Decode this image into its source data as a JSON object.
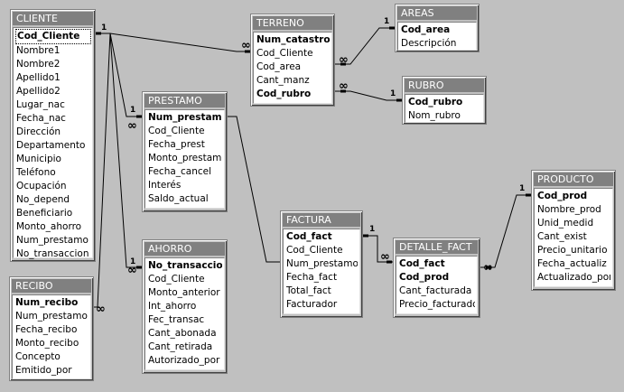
{
  "tables": {
    "cliente": {
      "title": "CLIENTE",
      "fields": [
        {
          "name": "Cod_Cliente",
          "pk": true
        },
        {
          "name": "Nombre1"
        },
        {
          "name": "Nombre2"
        },
        {
          "name": "Apellido1"
        },
        {
          "name": "Apellido2"
        },
        {
          "name": "Lugar_nac"
        },
        {
          "name": "Fecha_nac"
        },
        {
          "name": "Dirección"
        },
        {
          "name": "Departamento"
        },
        {
          "name": "Municipio"
        },
        {
          "name": "Teléfono"
        },
        {
          "name": "Ocupación"
        },
        {
          "name": "No_depend"
        },
        {
          "name": "Beneficiario"
        },
        {
          "name": "Monto_ahorro"
        },
        {
          "name": "Num_prestamo"
        },
        {
          "name": "No_transaccion"
        }
      ]
    },
    "terreno": {
      "title": "TERRENO",
      "fields": [
        {
          "name": "Num_catastro",
          "pk": true
        },
        {
          "name": "Cod_Cliente"
        },
        {
          "name": "Cod_area"
        },
        {
          "name": "Cant_manz"
        },
        {
          "name": "Cod_rubro",
          "pk": true
        }
      ]
    },
    "areas": {
      "title": "AREAS",
      "fields": [
        {
          "name": "Cod_area",
          "pk": true
        },
        {
          "name": "Descripción"
        }
      ]
    },
    "rubro": {
      "title": "RUBRO",
      "fields": [
        {
          "name": "Cod_rubro",
          "pk": true
        },
        {
          "name": "Nom_rubro"
        }
      ]
    },
    "prestamo": {
      "title": "PRESTAMO",
      "fields": [
        {
          "name": "Num_prestamo",
          "pk": true
        },
        {
          "name": "Cod_Cliente"
        },
        {
          "name": "Fecha_prest"
        },
        {
          "name": "Monto_prestamo"
        },
        {
          "name": "Fecha_cancel"
        },
        {
          "name": "Interés"
        },
        {
          "name": "Saldo_actual"
        }
      ]
    },
    "factura": {
      "title": "FACTURA",
      "fields": [
        {
          "name": "Cod_fact",
          "pk": true
        },
        {
          "name": "Cod_Cliente"
        },
        {
          "name": "Num_prestamo"
        },
        {
          "name": "Fecha_fact"
        },
        {
          "name": "Total_fact"
        },
        {
          "name": "Facturador"
        }
      ]
    },
    "detalle_fact": {
      "title": "DETALLE_FACT",
      "fields": [
        {
          "name": "Cod_fact",
          "pk": true
        },
        {
          "name": "Cod_prod",
          "pk": true
        },
        {
          "name": "Cant_facturada"
        },
        {
          "name": "Precio_facturado"
        }
      ]
    },
    "producto": {
      "title": "PRODUCTO",
      "fields": [
        {
          "name": "Cod_prod",
          "pk": true
        },
        {
          "name": "Nombre_prod"
        },
        {
          "name": "Unid_medid"
        },
        {
          "name": "Cant_exist"
        },
        {
          "name": "Precio_unitario"
        },
        {
          "name": "Fecha_actualiz"
        },
        {
          "name": "Actualizado_por"
        }
      ]
    },
    "ahorro": {
      "title": "AHORRO",
      "fields": [
        {
          "name": "No_transaccion",
          "pk": true
        },
        {
          "name": "Cod_Cliente"
        },
        {
          "name": "Monto_anterior"
        },
        {
          "name": "Int_ahorro"
        },
        {
          "name": "Fec_transac"
        },
        {
          "name": "Cant_abonada"
        },
        {
          "name": "Cant_retirada"
        },
        {
          "name": "Autorizado_por"
        }
      ]
    },
    "recibo": {
      "title": "RECIBO",
      "fields": [
        {
          "name": "Num_recibo",
          "pk": true
        },
        {
          "name": "Num_prestamo"
        },
        {
          "name": "Fecha_recibo"
        },
        {
          "name": "Monto_recibo"
        },
        {
          "name": "Concepto"
        },
        {
          "name": "Emitido_por"
        }
      ]
    }
  },
  "relationships": [
    {
      "from": "cliente",
      "to": "terreno",
      "one": "1",
      "many": "∞"
    },
    {
      "from": "cliente",
      "to": "prestamo",
      "one": "1",
      "many": "∞"
    },
    {
      "from": "cliente",
      "to": "ahorro",
      "one": "1",
      "many": "∞"
    },
    {
      "from": "cliente",
      "to": "recibo",
      "one": "",
      "many": "∞"
    },
    {
      "from": "areas",
      "to": "terreno",
      "one": "1",
      "many": "∞"
    },
    {
      "from": "rubro",
      "to": "terreno",
      "one": "1",
      "many": "∞"
    },
    {
      "from": "prestamo",
      "to": "factura",
      "one": "",
      "many": ""
    },
    {
      "from": "factura",
      "to": "detalle_fact",
      "one": "1",
      "many": "∞"
    },
    {
      "from": "producto",
      "to": "detalle_fact",
      "one": "1",
      "many": "∞"
    }
  ]
}
